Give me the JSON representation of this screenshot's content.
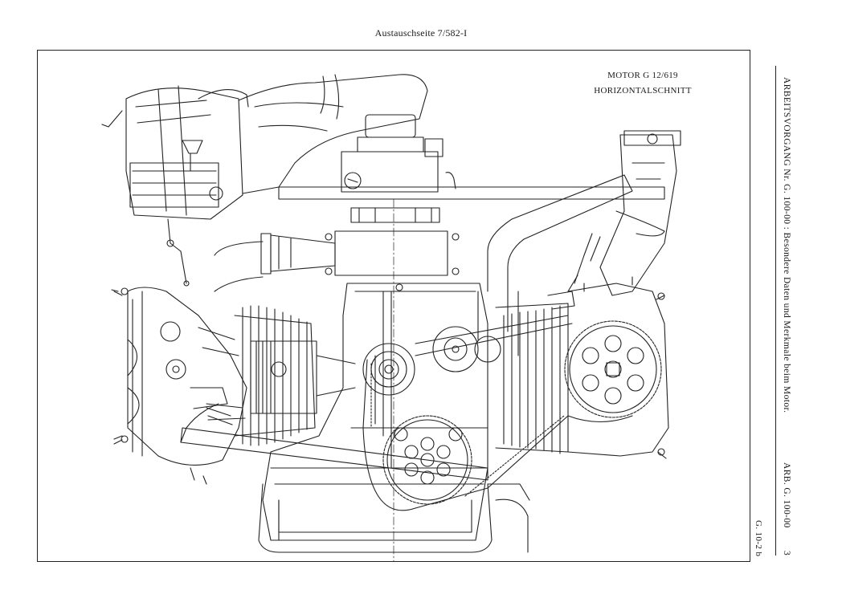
{
  "header": {
    "caption": "Austauschseite 7/582-I"
  },
  "figure": {
    "title_line1": "MOTOR G 12/619",
    "title_line2": "HORIZONTALSCHNITT"
  },
  "sidebar": {
    "operation_text": "ARBEITSVORGANG Nr. G. 100-00 : Besondere Daten und Merkmale beim Motor.",
    "operation_code": "ARB. G. 100-00",
    "page_number": "3",
    "page_ref": "G. 10-2 b"
  },
  "style": {
    "ink": "#222222",
    "paper": "#ffffff"
  }
}
